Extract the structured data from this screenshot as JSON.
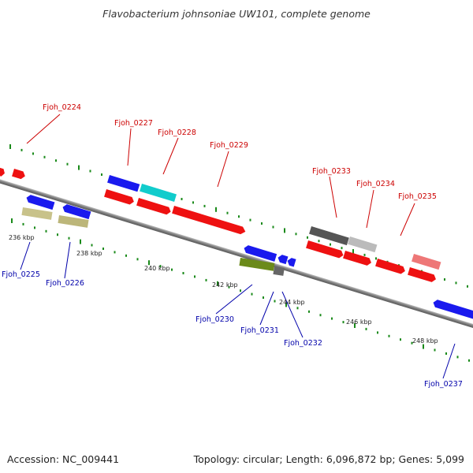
{
  "title": "Flavobacterium johnsoniae UW101, complete genome",
  "footer": {
    "accession": "Accession: NC_009441",
    "genome_info": "Topology: circular; Length: 6,096,872 bp; Genes: 5,099"
  },
  "scale_labels": [
    "236 kbp",
    "238 kbp",
    "240 kbp",
    "242 kbp",
    "244 kbp",
    "246 kbp",
    "248 kbp"
  ],
  "genes_forward": [
    "Fjoh_0224",
    "Fjoh_0227",
    "Fjoh_0228",
    "Fjoh_0229",
    "Fjoh_0233",
    "Fjoh_0234",
    "Fjoh_0235"
  ],
  "genes_reverse": [
    "Fjoh_0225",
    "Fjoh_0226",
    "Fjoh_0230",
    "Fjoh_0231",
    "Fjoh_0232",
    "Fjoh_0237"
  ],
  "colors": {
    "forward_label": "#cc0000",
    "reverse_label": "#0000aa",
    "forward_gene": "#ee1111",
    "reverse_gene": "#1a1aee",
    "backbone": "#888888",
    "tick": "#1a8a1a"
  }
}
